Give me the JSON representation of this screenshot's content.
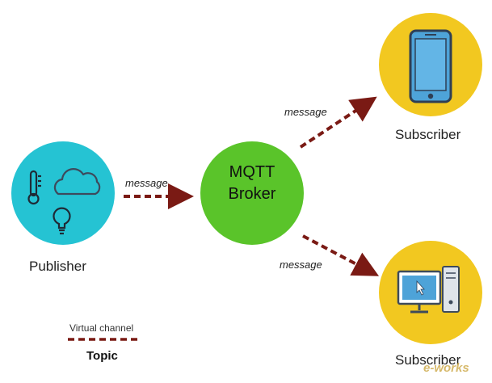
{
  "nodes": {
    "publisher": {
      "label": "Publisher",
      "fill": "#25c3d3"
    },
    "broker": {
      "line1": "MQTT",
      "line2": "Broker",
      "fill": "#5ac42a"
    },
    "subscriber_top": {
      "label": "Subscriber",
      "fill": "#f2c820"
    },
    "subscriber_bottom": {
      "label": "Subscriber",
      "fill": "#f2c820"
    }
  },
  "edges": {
    "pub_to_broker": "message",
    "broker_to_sub_top": "message",
    "broker_to_sub_bottom": "message"
  },
  "legend": {
    "title": "Virtual channel",
    "topic": "Topic"
  },
  "watermark": "e-works",
  "colors": {
    "arrow": "#7a1a14",
    "icon_dark": "#3d4a5c",
    "icon_blue": "#4ea3d8"
  }
}
